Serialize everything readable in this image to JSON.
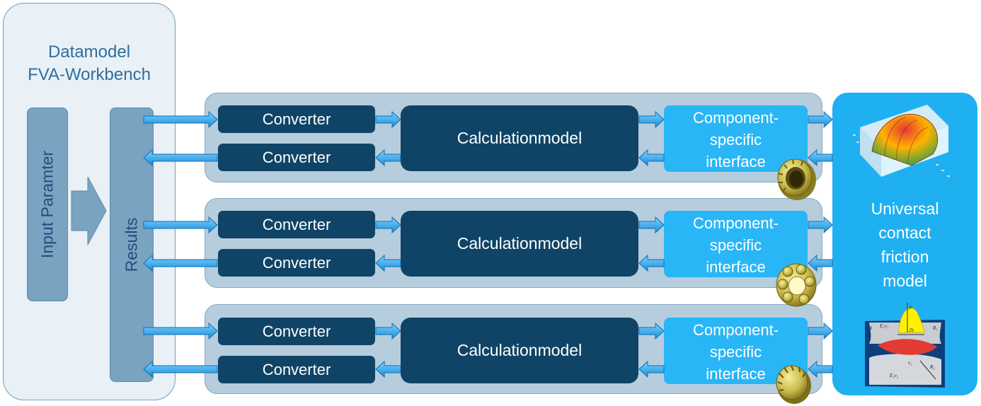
{
  "datamodel": {
    "title_line1": "Datamodel",
    "title_line2": "FVA-Workbench"
  },
  "input_bar": {
    "label": "Input Paramter"
  },
  "results_bar": {
    "label": "Results"
  },
  "rows": [
    {
      "converter_top": "Converter",
      "converter_bottom": "Converter",
      "calc": "Calculationmodel",
      "comp_line1": "Component-",
      "comp_line2": "specific",
      "comp_line3": "interface",
      "part_icon": "gear-ring-icon"
    },
    {
      "converter_top": "Converter",
      "converter_bottom": "Converter",
      "calc": "Calculationmodel",
      "comp_line1": "Component-",
      "comp_line2": "specific",
      "comp_line3": "interface",
      "part_icon": "ball-bearing-icon"
    },
    {
      "converter_top": "Converter",
      "converter_bottom": "Converter",
      "calc": "Calculationmodel",
      "comp_line1": "Component-",
      "comp_line2": "specific",
      "comp_line3": "interface",
      "part_icon": "helical-gear-icon"
    }
  ],
  "universal": {
    "line1": "Universal",
    "line2": "contact",
    "line3": "friction",
    "line4": "model",
    "top_image": "pressure-distribution-plot-icon",
    "bottom_image": "contact-model-diagram-icon"
  },
  "contact_diagram": {
    "labels": [
      "p",
      "2b",
      "E₁v₁",
      "E₂v₂",
      "R₁",
      "v₂",
      "R₂",
      "h"
    ]
  },
  "colors": {
    "dark_box": "#0f4466",
    "light_box": "#29b6f6",
    "row_bg": "#b6cddd",
    "arrow": "#3aaaf0",
    "datamodel_bg": "#e9f0f6",
    "bar": "#7aa3c2"
  }
}
